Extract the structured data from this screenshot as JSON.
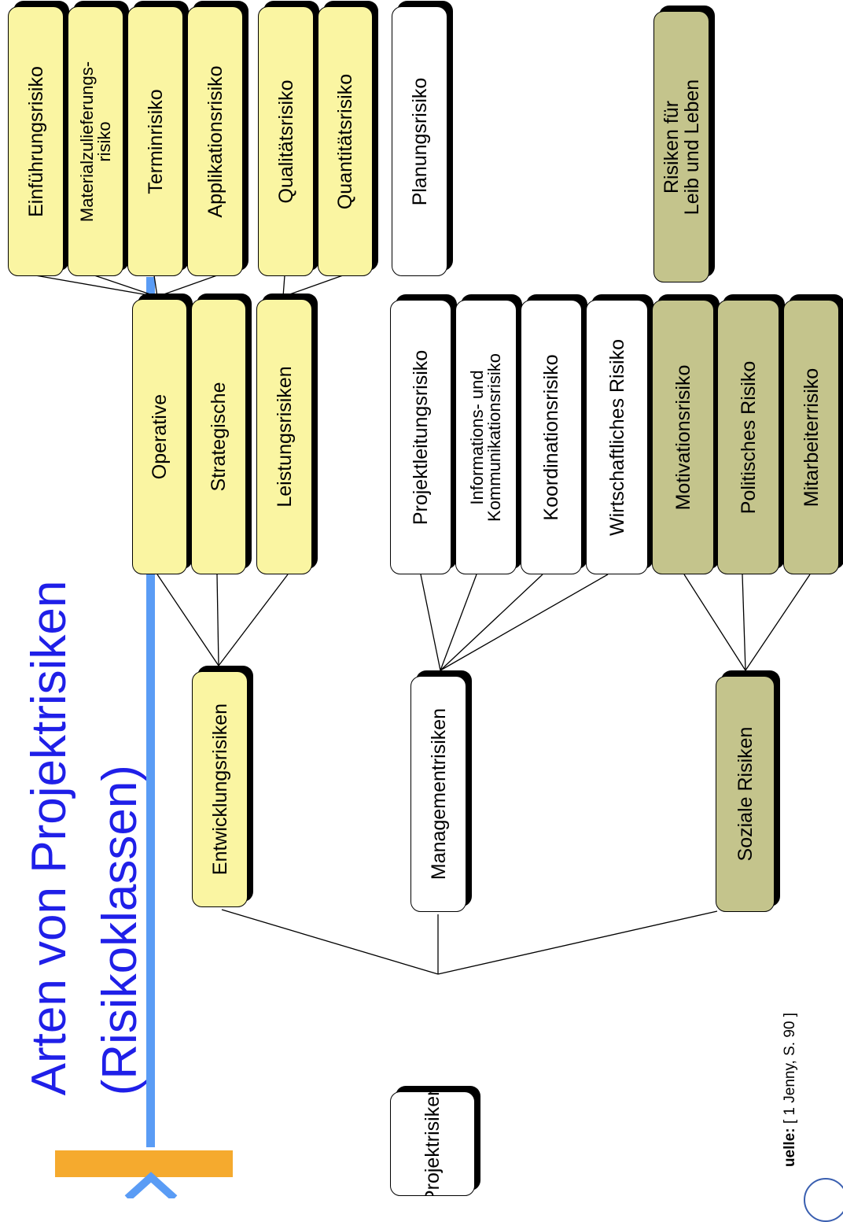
{
  "title": "Arten von Projektrisiken\n(Risikoklassen)",
  "source": {
    "label": "uelle:",
    "text": "[ 1 Jenny, S. 90 ]"
  },
  "colors": {
    "yellow": "#faf5a2",
    "white": "#ffffff",
    "olive": "#c4c48c",
    "title": "#1f1fe8",
    "bar": "#5a9cf5",
    "accent": "#f5aa2e"
  },
  "nodes": {
    "root": "Projektrisiken",
    "entwicklung": "Entwicklungsrisiken",
    "management": "Managementrisiken",
    "sozial": "Soziale Risiken",
    "operative": "Operative",
    "strategische": "Strategische",
    "leistung": "Leistungsrisiken",
    "einfuehrung": "Einführungsrisiko",
    "material": "Materialzulieferungs-\nrisiko",
    "termin": "Terminrisiko",
    "applikation": "Applikationsrisiko",
    "qualitaet": "Qualitätsrisiko",
    "quantitaet": "Quantitätsrisiko",
    "planung": "Planungsrisiko",
    "leib": "Risiken für\nLeib und Leben",
    "projektleitung": "Projektleitungsrisiko",
    "info": "Informations- und\nKommunikationsrisiko",
    "koordination": "Koordinationsrisiko",
    "wirtschaft": "Wirtschaftliches Risiko",
    "motivation": "Motivationsrisiko",
    "politisch": "Politisches Risiko",
    "mitarbeiter": "Mitarbeiterrisiko"
  }
}
